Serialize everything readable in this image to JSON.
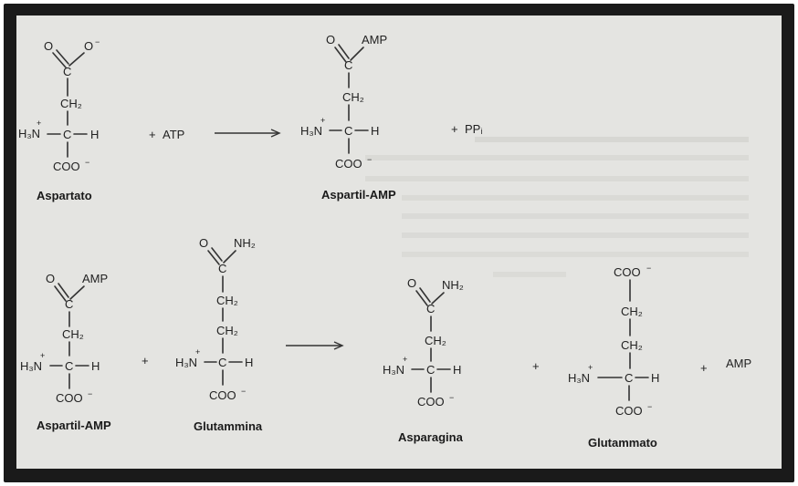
{
  "molecules": {
    "aspartato": {
      "o": "O",
      "o_minus": "O",
      "ch2": "CH₂",
      "nh3": "H₃N",
      "c": "C",
      "h": "H",
      "coo": "COO",
      "name": "Aspartato"
    },
    "aspartil_amp_1": {
      "o": "O",
      "amp": "AMP",
      "ch2": "CH₂",
      "nh3": "H₃N",
      "c": "C",
      "h": "H",
      "coo": "COO",
      "name": "Aspartil-AMP"
    },
    "aspartil_amp_2": {
      "o": "O",
      "amp": "AMP",
      "ch2": "CH₂",
      "nh3": "H₃N",
      "c": "C",
      "h": "H",
      "coo": "COO",
      "name": "Aspartil-AMP"
    },
    "glutammina": {
      "o": "O",
      "nh2": "NH₂",
      "ch2_a": "CH₂",
      "ch2_b": "CH₂",
      "nh3": "H₃N",
      "c": "C",
      "h": "H",
      "coo": "COO",
      "name": "Glutammina"
    },
    "asparagina": {
      "o": "O",
      "nh2": "NH₂",
      "ch2": "CH₂",
      "nh3": "H₃N",
      "c": "C",
      "h": "H",
      "coo": "COO",
      "name": "Asparagina"
    },
    "glutammato": {
      "coo_top": "COO",
      "ch2_a": "CH₂",
      "ch2_b": "CH₂",
      "nh3": "H₃N",
      "c": "C",
      "h": "H",
      "coo": "COO",
      "name": "Glutammato"
    }
  },
  "reaction1": {
    "plus": "+",
    "atp": "ATP",
    "plus2": "+",
    "ppi": "PPᵢ"
  },
  "reaction2": {
    "plus1": "+",
    "plus2": "+",
    "plus3": "+",
    "amp": "AMP"
  },
  "charges": {
    "minus": "−",
    "plus": "+"
  },
  "colors": {
    "frame": "#1a1a1a",
    "panel": "#e4e4e1",
    "ink": "#222222"
  }
}
